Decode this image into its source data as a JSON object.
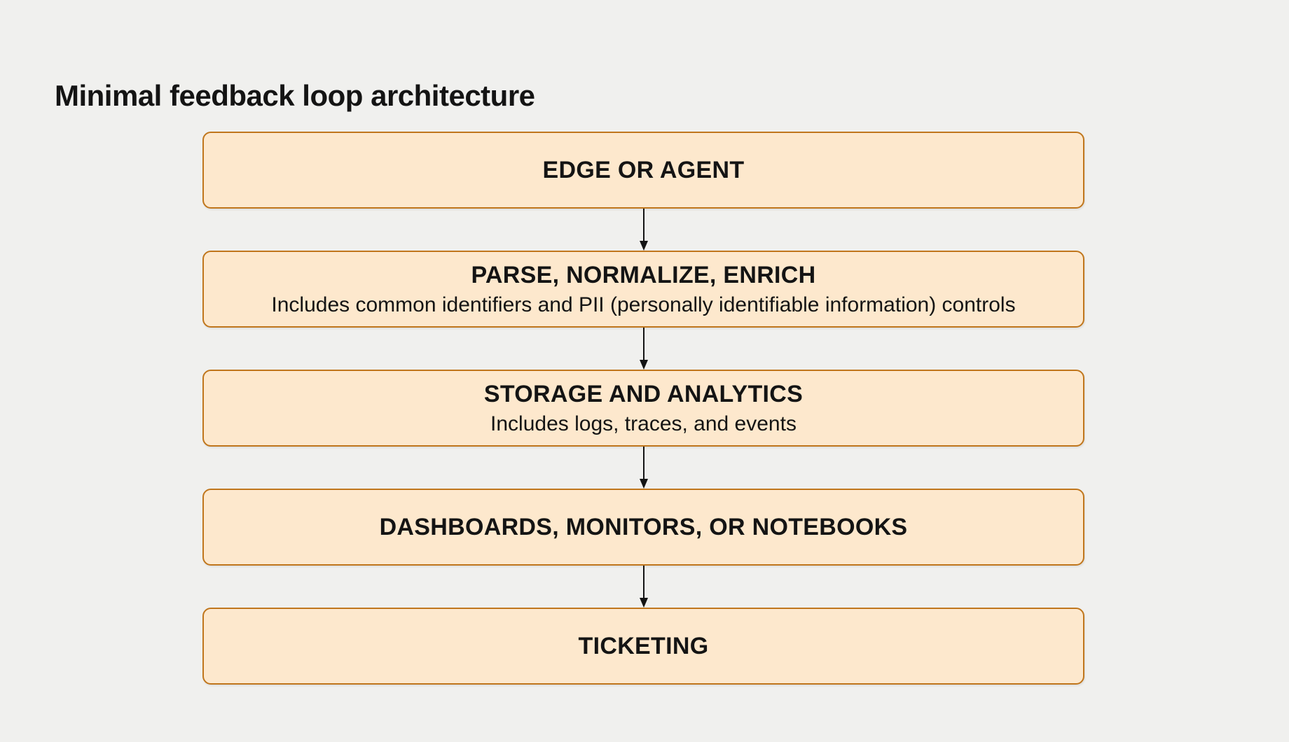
{
  "page": {
    "title": "Minimal feedback loop architecture"
  },
  "colors": {
    "page_bg": "#F0F0EE",
    "node_fill": "#FDE8CD",
    "node_border": "#C0761C",
    "text": "#141414",
    "arrow": "#141414"
  },
  "flow": {
    "nodes": [
      {
        "id": "edge-or-agent",
        "label": "EDGE OR AGENT",
        "sublabel": ""
      },
      {
        "id": "parse-normalize-enrich",
        "label": "PARSE, NORMALIZE, ENRICH",
        "sublabel": "Includes common identifiers and PII (personally identifiable information) controls"
      },
      {
        "id": "storage-and-analytics",
        "label": "STORAGE AND ANALYTICS",
        "sublabel": "Includes logs, traces, and events"
      },
      {
        "id": "dashboards-monitors-notebooks",
        "label": "DASHBOARDS, MONITORS, OR NOTEBOOKS",
        "sublabel": ""
      },
      {
        "id": "ticketing",
        "label": "TICKETING",
        "sublabel": ""
      }
    ],
    "connections": [
      {
        "from": "edge-or-agent",
        "to": "parse-normalize-enrich"
      },
      {
        "from": "parse-normalize-enrich",
        "to": "storage-and-analytics"
      },
      {
        "from": "storage-and-analytics",
        "to": "dashboards-monitors-notebooks"
      },
      {
        "from": "dashboards-monitors-notebooks",
        "to": "ticketing"
      }
    ]
  }
}
